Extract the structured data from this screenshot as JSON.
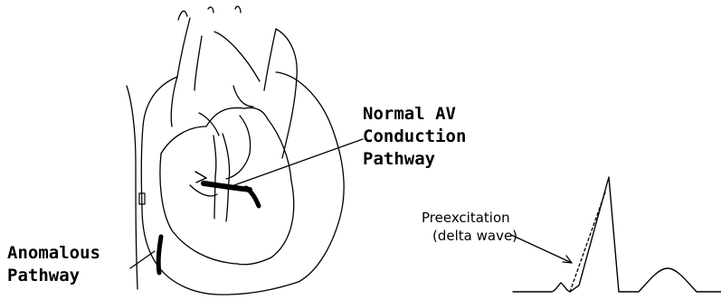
{
  "labels": {
    "normal_av": [
      "Normal AV",
      "Conduction",
      "Pathway"
    ],
    "anomalous": [
      "Anomalous",
      "Pathway"
    ],
    "preexcitation": [
      "Preexcitation",
      "(delta wave)"
    ]
  },
  "colors": {
    "ink": "#000000",
    "background": "#ffffff"
  }
}
